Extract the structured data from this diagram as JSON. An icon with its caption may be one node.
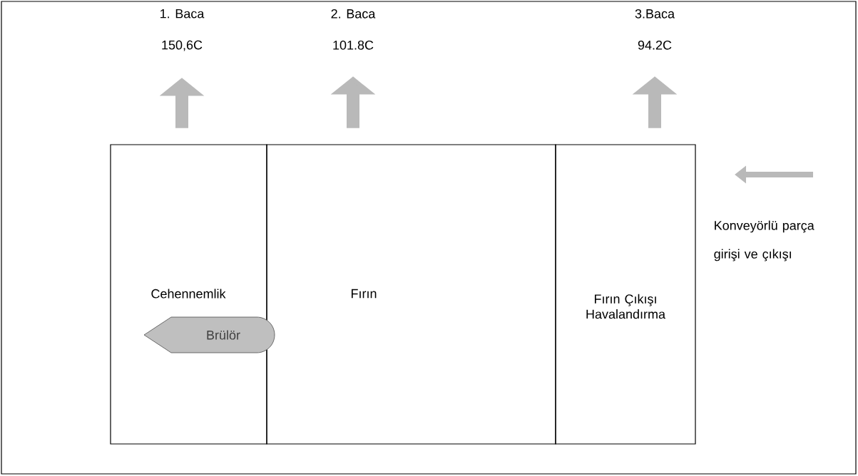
{
  "diagram": {
    "nodes": [
      {
        "text": [
          "Cehennemlik"
        ]
      },
      {
        "text": [
          "Fırın"
        ]
      },
      {
        "text": [
          "Fırın Çıkışı Havalandırma"
        ]
      },
      {
        "text": [
          "1. Baca",
          "150,6C"
        ]
      },
      {
        "text": [
          "2. Baca",
          "101.8C"
        ]
      },
      {
        "text": [
          "3.Baca",
          "94.2C"
        ]
      },
      {
        "text": [
          "Brülör"
        ],
        "in": 0
      }
    ],
    "edges": [
      {
        "from": 0,
        "to": 3,
        "arrow": "to"
      },
      {
        "from": 1,
        "to": 4,
        "arrow": "to"
      },
      {
        "from": 2,
        "to": 5,
        "arrow": "to"
      }
    ],
    "labels": [
      "Konveyörlü parça girişi ve çıkışı"
    ]
  }
}
